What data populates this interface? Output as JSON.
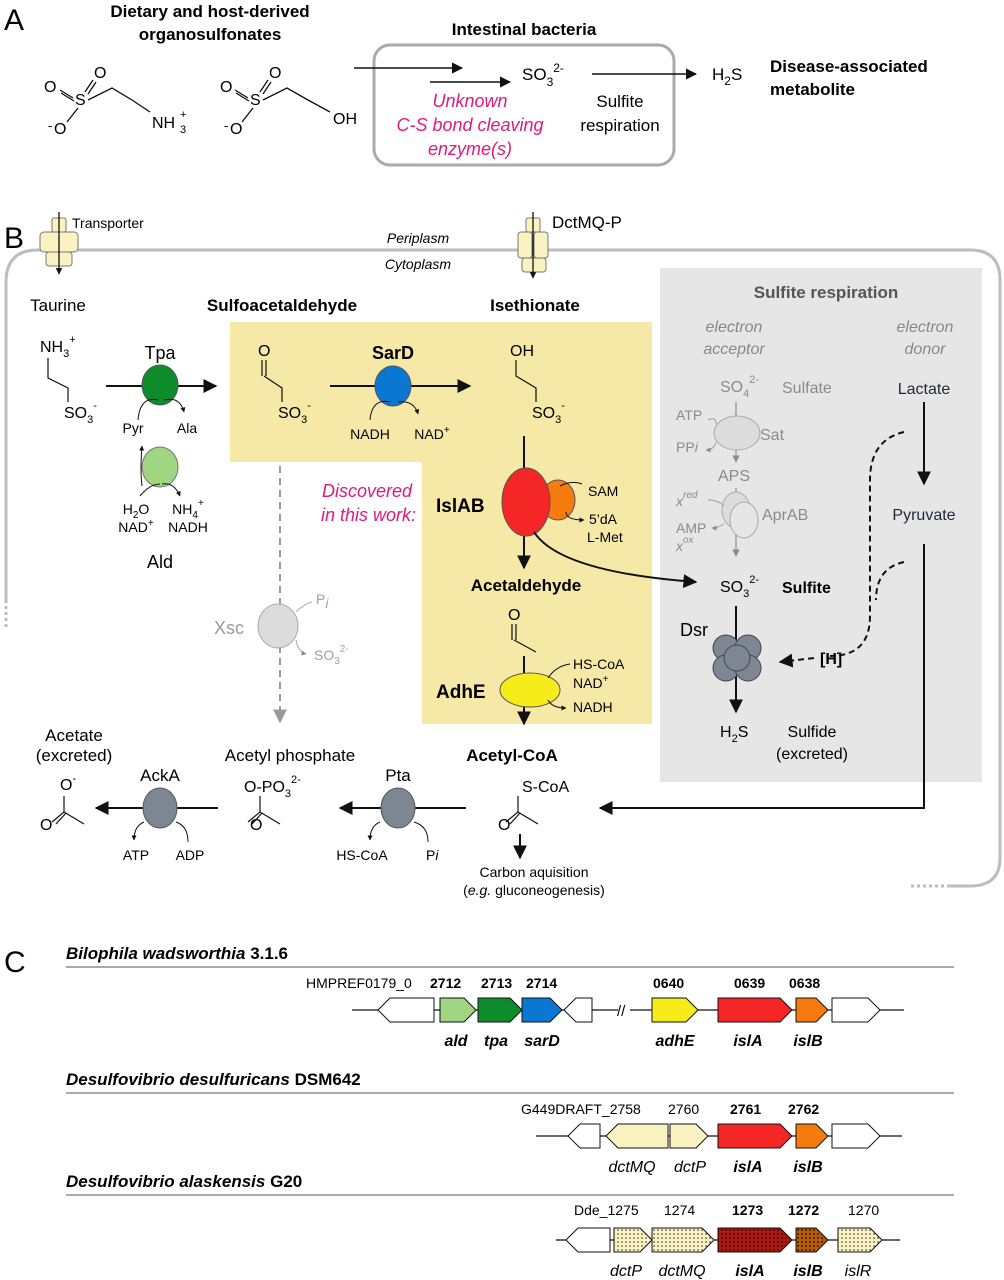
{
  "panel_a": {
    "label": "A",
    "dietary_title_1": "Dietary and host-derived",
    "dietary_title_2": "organosulfonates",
    "taurine_s": "S",
    "taurine_o_top": "O",
    "taurine_o_left": "O",
    "taurine_o_bottom_minus": "-",
    "taurine_o_bottom": "O",
    "taurine_nh3": "NH",
    "taurine_nh3_sub": "3",
    "taurine_nh3_sup": "+",
    "ise_s": "S",
    "ise_o_top": "O",
    "ise_o_left": "O",
    "ise_o_bottom_minus": "-",
    "ise_o_bottom": "O",
    "ise_oh": "OH",
    "bacteria_title": "Intestinal bacteria",
    "so3": "SO",
    "so3_sub": "3",
    "so3_sup": "2-",
    "unknown_1": "Unknown",
    "unknown_2": "C-S bond cleaving",
    "unknown_3": "enzyme(s)",
    "sulfite_resp_1": "Sulfite",
    "sulfite_resp_2": "respiration",
    "h2s_h": "H",
    "h2s_sub": "2",
    "h2s_s": "S",
    "disease_1": "Disease-associated",
    "disease_2": "metabolite"
  },
  "panel_b": {
    "label": "B",
    "transporter": "Transporter",
    "dctmqp": "DctMQ-P",
    "periplasm": "Periplasm",
    "cytoplasm": "Cytoplasm",
    "taurine": "Taurine",
    "sulfoacetaldehyde": "Sulfoacetaldehyde",
    "isethionate": "Isethionate",
    "nh3": "NH",
    "nh3_sub": "3",
    "nh3_sup": "+",
    "so3_minus": "SO",
    "so3_minus_sub": "3",
    "so3_minus_sup": "-",
    "o": "O",
    "oh": "OH",
    "tpa": "Tpa",
    "pyr": "Pyr",
    "ala": "Ala",
    "sard": "SarD",
    "nadh": "NADH",
    "nad": "NAD",
    "plus": "+",
    "h2o": "H",
    "h2o_sub": "2",
    "h2o_o": "O",
    "nh4": "NH",
    "nh4_sub": "4",
    "nh4_sup": "+",
    "ald": "Ald",
    "discovered_1": "Discovered",
    "discovered_2": "in this work:",
    "islab": "IslAB",
    "sam": "SAM",
    "five_da": "5’dA",
    "lmet": "L-Met",
    "acetaldehyde": "Acetaldehyde",
    "adhe": "AdhE",
    "hscoa": "HS-CoA",
    "acetylcoa": "Acetyl-CoA",
    "scoa": "S-CoA",
    "xsc": "Xsc",
    "pi_p": "P",
    "pi_i": "i",
    "so3_2": "SO",
    "so3_2_sub": "3",
    "so3_2_sup": "2-",
    "acetate_1": "Acetate",
    "acetate_2": "(excreted)",
    "acetyl_phosphate": "Acetyl phosphate",
    "opo3": "O-PO",
    "opo3_sub": "3",
    "opo3_sup": "2-",
    "o_minus": "O",
    "o_minus_sup": "-",
    "acka": "AckA",
    "atp": "ATP",
    "adp": "ADP",
    "pta": "Pta",
    "carbon_1": "Carbon aquisition",
    "carbon_2a": "(",
    "carbon_2b": "e.g.",
    "carbon_2c": " gluconeogenesis)",
    "sulfite_respiration": "Sulfite respiration",
    "electron_acceptor_1": "electron",
    "electron_acceptor_2": "acceptor",
    "electron_donor_1": "electron",
    "electron_donor_2": "donor",
    "so4": "SO",
    "so4_sub": "4",
    "so4_sup": "2-",
    "sulfate": "Sulfate",
    "lactate": "Lactate",
    "ppi": "PP",
    "ppi_i": "i",
    "sat": "Sat",
    "aps": "APS",
    "xred": "x",
    "xred_sup": "red",
    "xox": "x",
    "xox_sup": "ox",
    "amp": "AMP",
    "aprab": "AprAB",
    "pyruvate": "Pyruvate",
    "sulfite": "Sulfite",
    "dsr": "Dsr",
    "h_bracket": "[H]",
    "h2s_h": "H",
    "h2s_sub": "2",
    "h2s_s": "S",
    "sulfide_1": "Sulfide",
    "sulfide_2": "(excreted)"
  },
  "panel_c": {
    "label": "C",
    "org1_name": "Bilophila wadsworthia",
    "org1_strain": " 3.1.6",
    "org1_prefix": "HMPREF0179_0",
    "org1_loci": [
      "2712",
      "2713",
      "2714",
      "0640",
      "0639",
      "0638"
    ],
    "org1_genes": [
      "ald",
      "tpa",
      "sarD",
      "adhE",
      "islA",
      "islB"
    ],
    "break_mark": "//",
    "org2_name": "Desulfovibrio desulfuricans",
    "org2_strain": " DSM642",
    "org2_first": "G449DRAFT_2758",
    "org2_loci": [
      "2760",
      "2761",
      "2762"
    ],
    "org2_genes": [
      "dctMQ",
      "dctP",
      "islA",
      "islB"
    ],
    "org3_name": "Desulfovibrio alaskensis",
    "org3_strain": " G20",
    "org3_first": "Dde_1275",
    "org3_loci": [
      "1274",
      "1273",
      "1272",
      "1270"
    ],
    "org3_genes": [
      "dctP",
      "dctMQ",
      "islA",
      "islB",
      "islR"
    ]
  },
  "colors": {
    "magenta": "#e0197d",
    "tpa_green": "#0e8c2c",
    "ald_green": "#a0d681",
    "sard_blue": "#0a78d2",
    "isla_red": "#f42626",
    "islb_orange": "#f57b0e",
    "adhe_yellow": "#f6ec1a",
    "highlight": "#f6e8a6",
    "resp_gray": "#e6e6e6",
    "enzyme_gray": "#7d8794",
    "transporter": "#fbf2c2"
  }
}
